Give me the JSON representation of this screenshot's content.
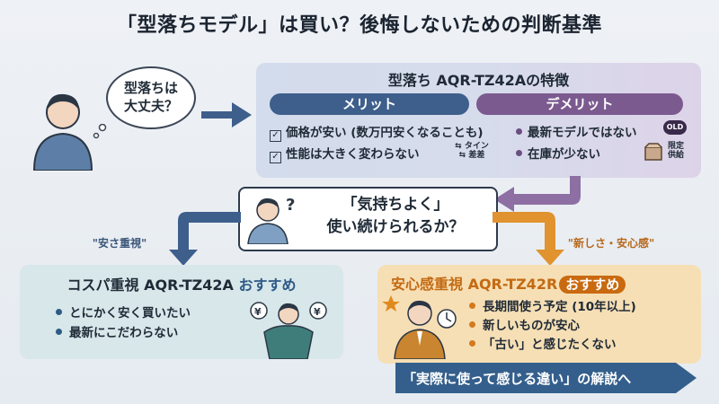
{
  "title": "「型落ちモデル」は買い？後悔しないための判断基準",
  "bubble_lines": [
    "型落ちは",
    "大丈夫？"
  ],
  "features": {
    "title": "型落ち AQR-TZ42Aの特徴",
    "merit_label": "メリット",
    "demerit_label": "デメリット",
    "merits": [
      "価格が安い (数万円安くなることも)",
      "性能は大きく変わらない"
    ],
    "merit_note": [
      "タイン",
      "差差"
    ],
    "demerits": [
      "最新モデルではない",
      "在庫が少ない"
    ],
    "old_badge": "OLD",
    "stock_note": [
      "限定",
      "供給"
    ]
  },
  "question_lines": [
    "「気持ちよく」",
    "使い続けられるか？"
  ],
  "branch_left_label": "\"安さ重視\"",
  "branch_right_label": "\"新しさ・安心感\"",
  "left_panel": {
    "title_prefix": "コスパ重視 AQR-TZ42A",
    "title_highlight": "おすすめ",
    "items": [
      "とにかく安く買いたい",
      "最新にこだわらない"
    ]
  },
  "right_panel": {
    "title": "安心感重視 AQR-TZ42R",
    "recommend": "おすすめ",
    "items": [
      "長期間使う予定 (10年以上)",
      "新しいものが安心",
      "「古い」と感じたくない"
    ]
  },
  "cta": "「実際に使って感じる違い」の解説へ",
  "colors": {
    "merit": "#3e5f8c",
    "demerit": "#7b5a8f",
    "right_accent": "#c96a10",
    "cta": "#345f8c"
  }
}
